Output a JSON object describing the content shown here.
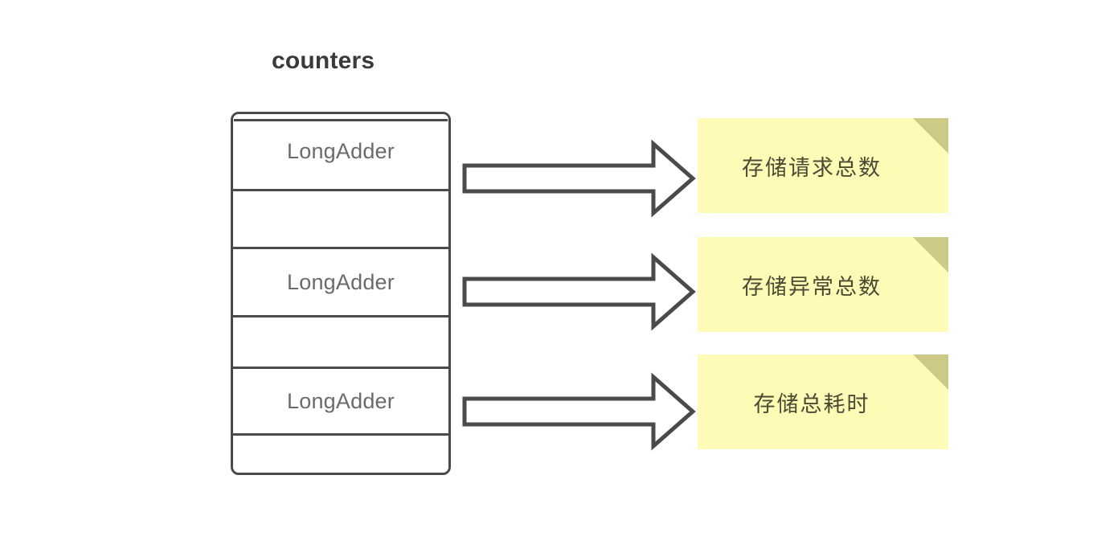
{
  "diagram": {
    "title": "counters",
    "background_color": "#ffffff"
  },
  "counters_table": {
    "label": "counters",
    "border_color": "#4a4a4a",
    "fill_color": "#ffffff",
    "rows": [
      {
        "label": "LongAdder",
        "empty": false
      },
      {
        "label": "",
        "empty": true
      },
      {
        "label": "LongAdder",
        "empty": false
      },
      {
        "label": "",
        "empty": true
      },
      {
        "label": "LongAdder",
        "empty": false
      },
      {
        "label": "",
        "empty": true
      }
    ],
    "row_text_color": "#6b6b6b"
  },
  "arrows": [
    {
      "name": "arrow-to-note-1",
      "direction": "right",
      "stroke_color": "#4a4a4a",
      "fill_color": "#ffffff"
    },
    {
      "name": "arrow-to-note-2",
      "direction": "right",
      "stroke_color": "#4a4a4a",
      "fill_color": "#ffffff"
    },
    {
      "name": "arrow-to-note-3",
      "direction": "right",
      "stroke_color": "#4a4a4a",
      "fill_color": "#ffffff"
    }
  ],
  "notes": [
    {
      "text": "存储请求总数",
      "fill_color": "#fdfbb6",
      "fold_color": "#ccca84",
      "text_color": "#4d4a33"
    },
    {
      "text": "存储异常总数",
      "fill_color": "#fdfbb6",
      "fold_color": "#ccca84",
      "text_color": "#4d4a33"
    },
    {
      "text": "存储总耗时",
      "fill_color": "#fdfbb6",
      "fold_color": "#ccca84",
      "text_color": "#4d4a33"
    }
  ]
}
